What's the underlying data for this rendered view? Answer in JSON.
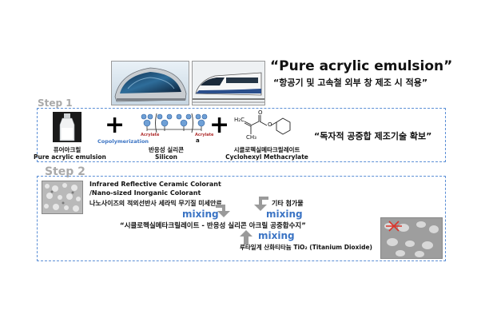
{
  "header": {
    "title": "“Pure acrylic emulsion”",
    "subtitle": "“항공기 및 고속철 외부 창 제조 시 적용”"
  },
  "step1": {
    "label": "Step 1",
    "copolymerization": "Copolymerization",
    "acrylate_left": "Acrylate",
    "acrylate_right": "Acrylate",
    "subscript_a": "a",
    "items": [
      {
        "ko": "퓨어아크릴",
        "en": "Pure acrylic emulsion"
      },
      {
        "ko": "반응성 실리콘",
        "en": "Silicon"
      },
      {
        "ko": "시클로헥실메타크릴레이트",
        "en": "Cyclohexyl Methacrylate"
      }
    ],
    "chem_labels": {
      "h2c": "H₂C",
      "o_top": "O",
      "o_mid": "O",
      "ch3": "CH₃"
    },
    "note": "“독자적 공중합 제조기술 확보”"
  },
  "step2": {
    "label": "Step 2",
    "colorant_en1": "Infrared Reflective Ceramic Colorant",
    "colorant_en2": "/Nano-sized Inorganic Colorant",
    "colorant_ko": "나노사이즈의 적외선반사 세라믹 무기질 미세안료",
    "additive": "기타 첨가물",
    "mixing_left": "mixing",
    "mixing_right": "mixing",
    "mixing_bottom": "mixing",
    "result": "“시클로헥실메타크릴레이트 - 반응성 실리콘 아크릴 공중합수지”",
    "tio2": "루타일계 산화티타늄 TiO₂ (Titanium Dioxide)"
  },
  "colors": {
    "accent_blue": "#3b74c4",
    "dashed_border": "#5b8fd6",
    "plus": "#000000",
    "arrow_gray": "#9a9a9a"
  }
}
